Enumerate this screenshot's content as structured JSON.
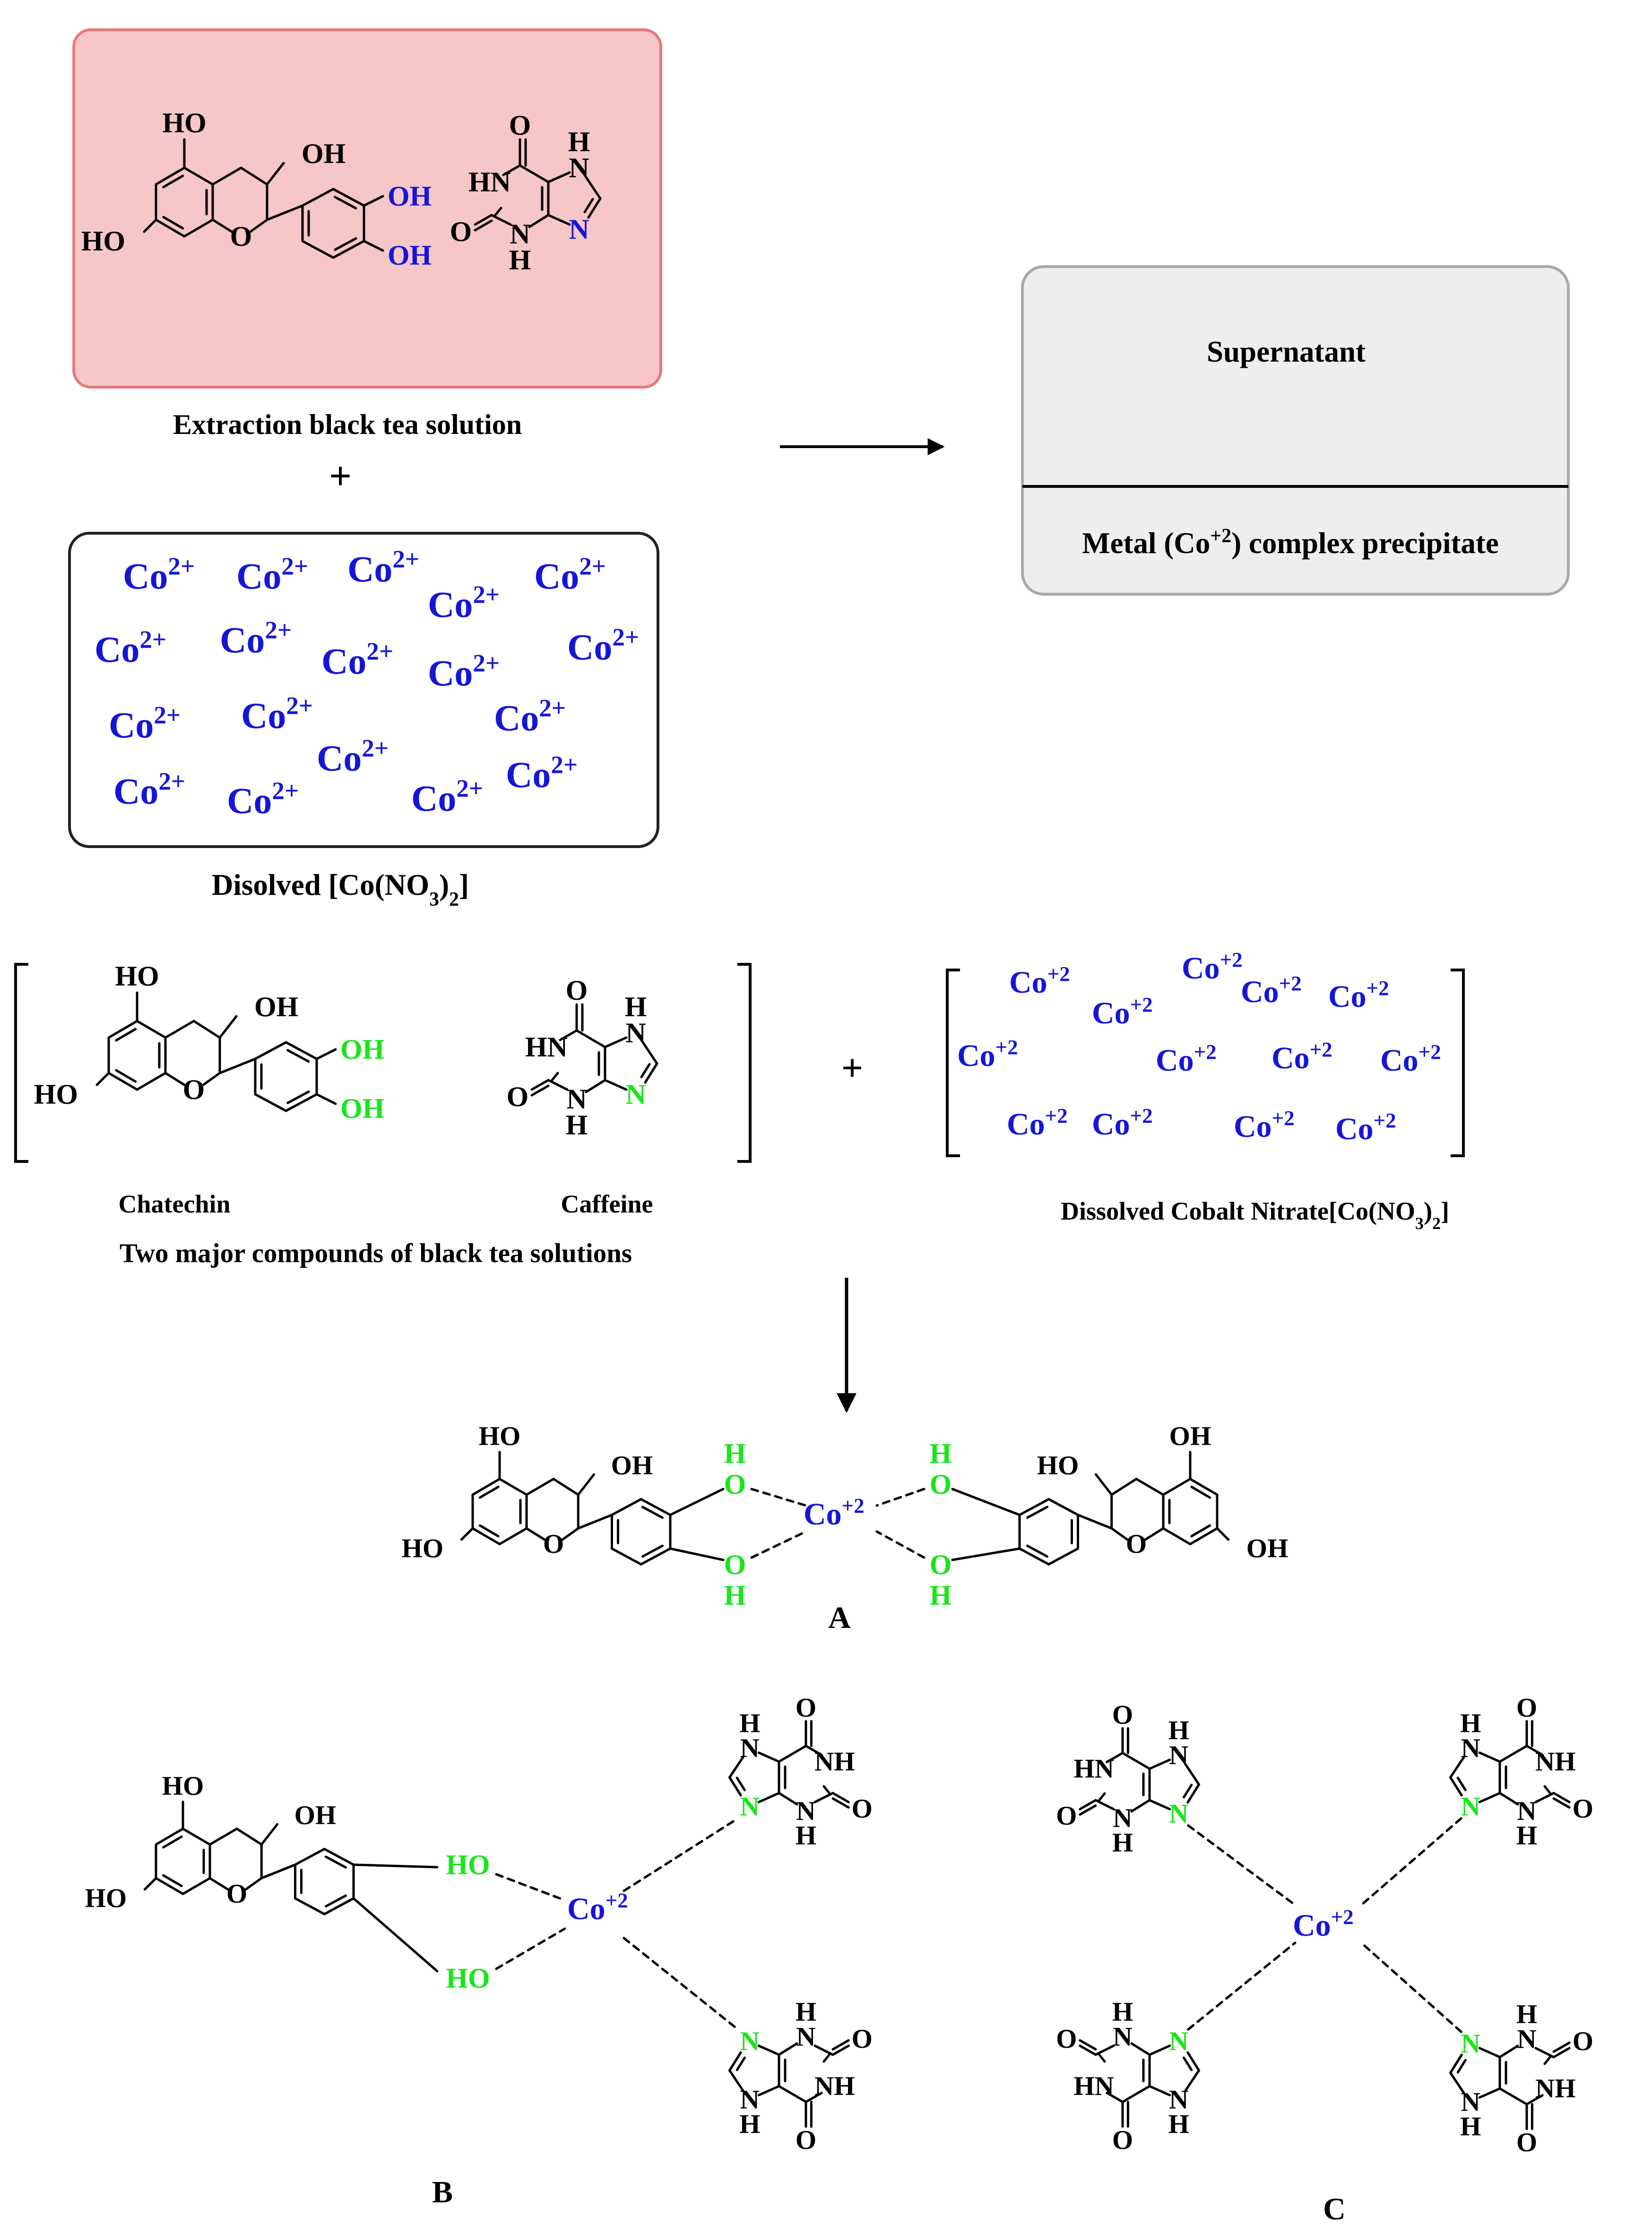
{
  "colors": {
    "ion": "#1515d8",
    "green": "#19e619",
    "pink_fill": "#f7c6c6",
    "pink_stroke": "#e57b7b",
    "grey_fill": "#eeeeee",
    "grey_stroke": "#a9a9a9",
    "black": "#000000"
  },
  "top": {
    "extraction_label": "Extraction black tea solution",
    "plus": "+",
    "dissolved_label": "Disolved [Co(NO3)2]",
    "dissolved_label_parts": {
      "pre": "Disolved [Co(NO",
      "sub3": "3",
      "mid": ")",
      "sub2": "2",
      "post": "]"
    },
    "ion_base": "Co",
    "ion_charge": "2+",
    "result_top": "Supernatant",
    "result_bottom": "Metal (Co+2) complex precipitate",
    "result_bottom_parts": {
      "pre": "Metal (Co",
      "sup": "+2",
      "post": ") complex precipitate"
    }
  },
  "middle": {
    "plus": "+",
    "catechin_label": "Chatechin",
    "caffeine_label": "Caffeine",
    "compounds_caption": "Two major compounds of black tea solutions",
    "cobalt_label": "Dissolved Cobalt Nitrate[Co(NO3)2]",
    "cobalt_label_parts": {
      "pre": "Dissolved Cobalt Nitrate[Co(NO",
      "sub3": "3",
      "mid": ")",
      "sub2": "2",
      "post": "]"
    },
    "ion_base": "Co",
    "ion_charge": "+2"
  },
  "structures": {
    "HO": "HO",
    "OH": "OH",
    "O": "O",
    "H": "H",
    "N": "N",
    "HN": "HN",
    "NH": "NH"
  },
  "complexes": {
    "A": "A",
    "B": "B",
    "C": "C",
    "center_base": "Co",
    "center_charge": "+2"
  }
}
